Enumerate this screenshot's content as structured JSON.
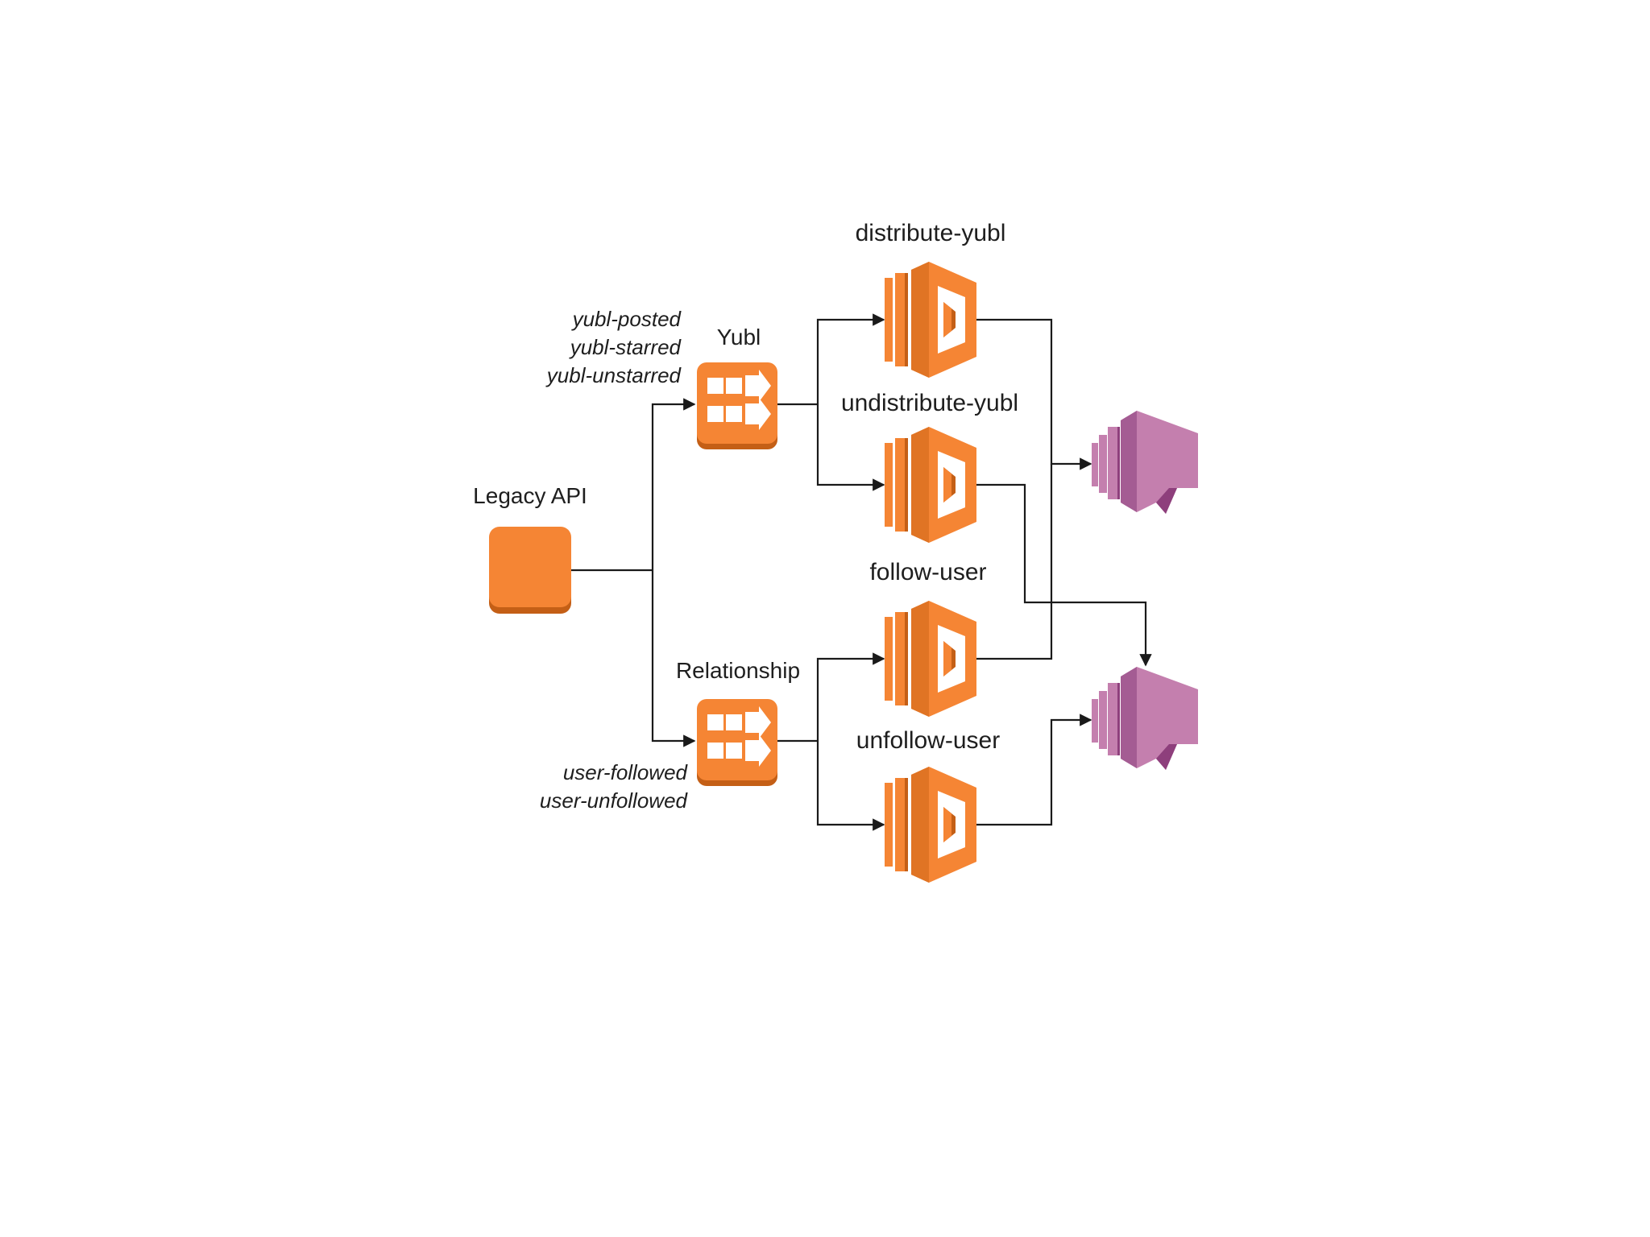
{
  "nodes": {
    "legacy_api": {
      "label": "Legacy API",
      "icon": "orange-square-icon"
    },
    "yubl_stream": {
      "label": "Yubl",
      "icon": "kinesis-stream-icon"
    },
    "relationship_stream": {
      "label": "Relationship",
      "icon": "kinesis-stream-icon"
    },
    "lambdas": [
      {
        "label": "distribute-yubl",
        "icon": "lambda-icon"
      },
      {
        "label": "undistribute-yubl",
        "icon": "lambda-icon"
      },
      {
        "label": "follow-user",
        "icon": "lambda-icon"
      },
      {
        "label": "unfollow-user",
        "icon": "lambda-icon"
      }
    ],
    "queues": [
      {
        "icon": "sqs-queue-icon"
      },
      {
        "icon": "sqs-queue-icon"
      }
    ]
  },
  "events": {
    "yubl": [
      "yubl-posted",
      "yubl-starred",
      "yubl-unstarred"
    ],
    "relationship": [
      "user-followed",
      "user-unfollowed"
    ]
  },
  "colors": {
    "aws_orange": "#f58534",
    "aws_orange_dark": "#c45f16",
    "queue_pink": "#c47fae",
    "queue_pink_dark": "#8e3f7c",
    "wire": "#1a1a1a"
  }
}
